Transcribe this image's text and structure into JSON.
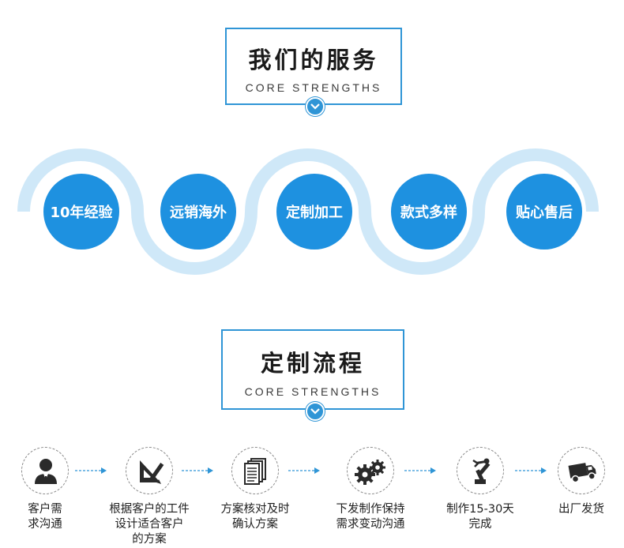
{
  "section_services": {
    "title": "我们的服务",
    "subtitle": "CORE STRENGTHS",
    "items": [
      "10年经验",
      "远销海外",
      "定制加工",
      "款式多样",
      "贴心售后"
    ]
  },
  "section_process": {
    "title": "定制流程",
    "subtitle": "CORE STRENGTHS",
    "steps": [
      {
        "label": "客户需\n求沟通",
        "icon": "person-icon"
      },
      {
        "label": "根据客户的工件\n设计适合客户\n的方案",
        "icon": "design-tools-icon"
      },
      {
        "label": "方案核对及时\n确认方案",
        "icon": "documents-icon"
      },
      {
        "label": "下发制作保持\n需求变动沟通",
        "icon": "gears-icon"
      },
      {
        "label": "制作15-30天\n完成",
        "icon": "robot-arm-icon"
      },
      {
        "label": "出厂发货",
        "icon": "delivery-truck-icon"
      }
    ]
  },
  "colors": {
    "accent": "#2f95d6",
    "circle": "#1e91e0",
    "wave": "#cfe8f8"
  }
}
